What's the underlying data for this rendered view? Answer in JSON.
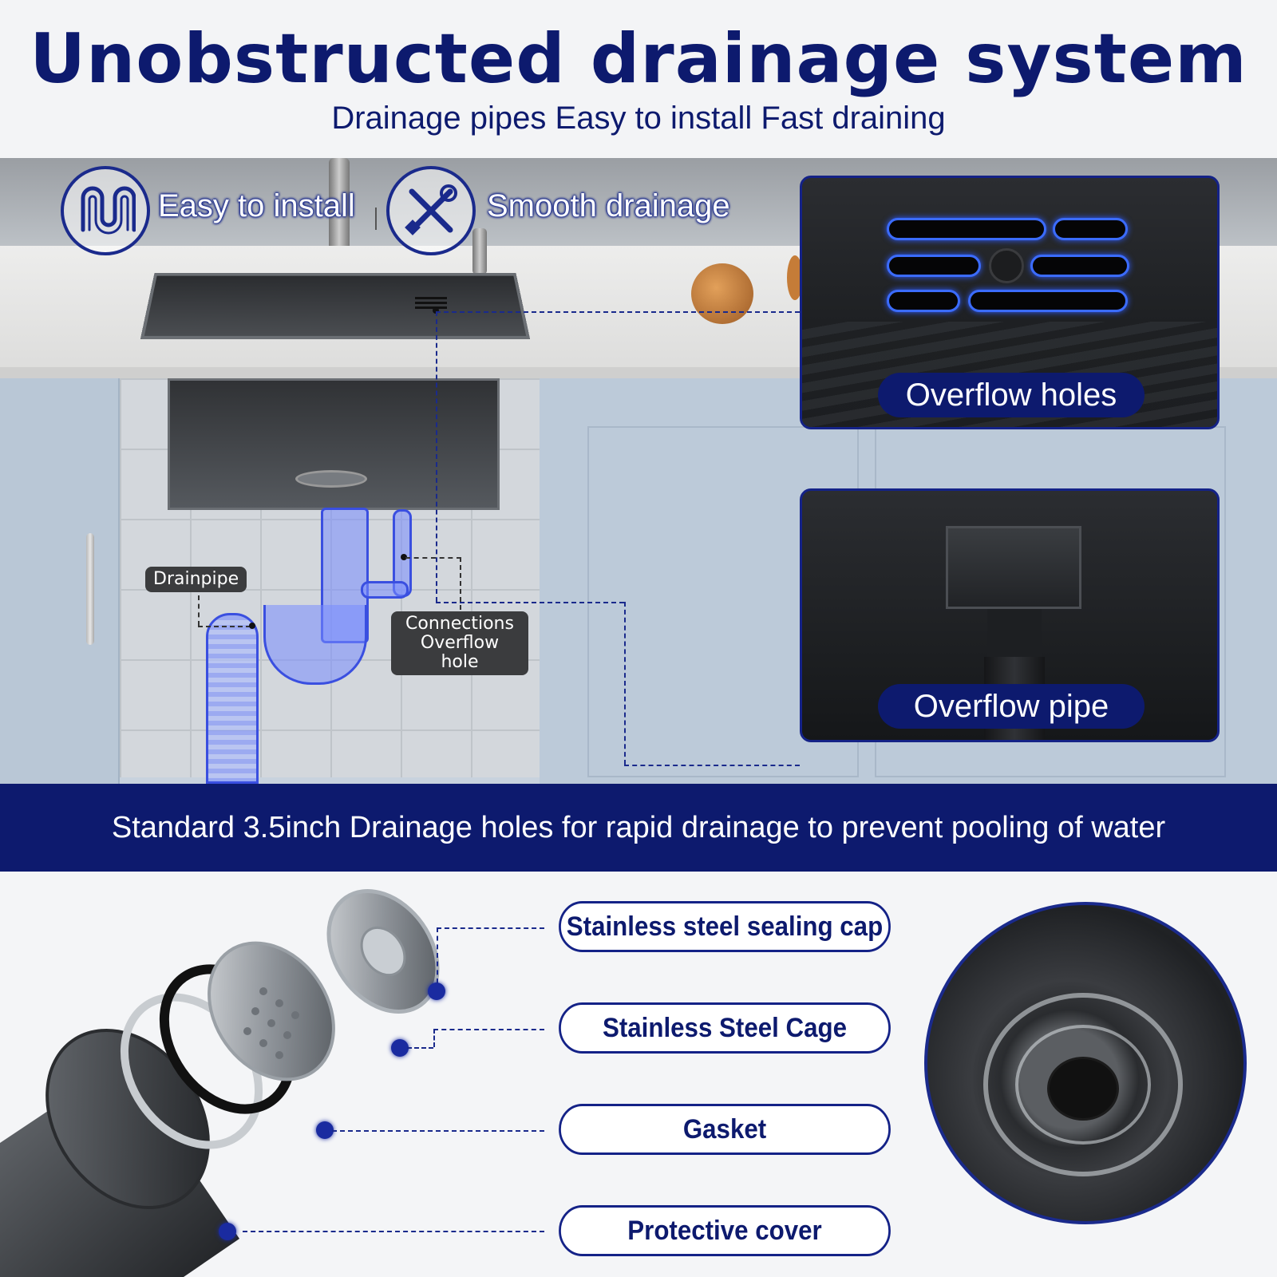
{
  "header": {
    "title": "Unobstructed drainage system",
    "subtitle": "Drainage pipes Easy to install Fast draining"
  },
  "features": [
    {
      "label": "Easy to install",
      "icon": "pipe-icon"
    },
    {
      "label": "Smooth drainage",
      "icon": "tools-icon"
    }
  ],
  "callouts": {
    "overflow_holes": "Overflow holes",
    "overflow_pipe": "Overflow pipe",
    "drainpipe": "Drainpipe",
    "connections_line1": "Connections",
    "connections_line2": "Overflow hole"
  },
  "band": {
    "text": "Standard 3.5inch Drainage holes for rapid drainage to prevent pooling of water"
  },
  "parts": [
    {
      "label": "Stainless steel sealing cap"
    },
    {
      "label": "Stainless Steel Cage"
    },
    {
      "label": "Gasket"
    },
    {
      "label": "Protective cover"
    }
  ],
  "colors": {
    "navy": "#0d1a6e",
    "accent_blue": "#3b6cff",
    "panel_dark": "#1e2023"
  }
}
